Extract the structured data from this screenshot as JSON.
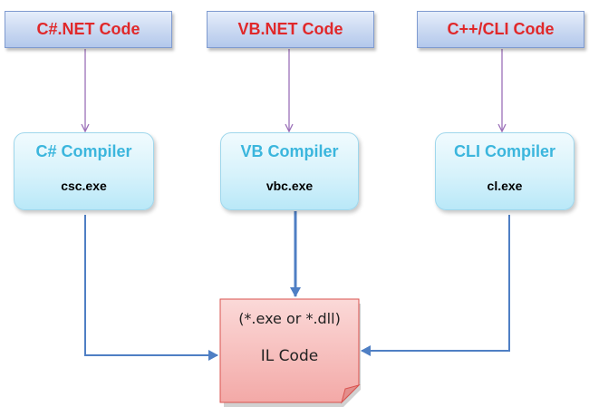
{
  "diagram": {
    "sources": [
      {
        "label": "C#.NET Code"
      },
      {
        "label": "VB.NET Code"
      },
      {
        "label": "C++/CLI Code"
      }
    ],
    "compilers": [
      {
        "title": "C# Compiler",
        "exe": "csc.exe"
      },
      {
        "title": "VB Compiler",
        "exe": "vbc.exe"
      },
      {
        "title": "CLI Compiler",
        "exe": "cl.exe"
      }
    ],
    "output": {
      "line1": "(*.exe or *.dll)",
      "line2": "IL Code"
    },
    "colors": {
      "source_text": "#e0282a",
      "compiler_title": "#3bb6dd",
      "connector_top": "#9b6fb8",
      "connector_bottom": "#4f7fc4",
      "output_fill": "#f5b8b6",
      "output_border": "#d9534f"
    }
  }
}
